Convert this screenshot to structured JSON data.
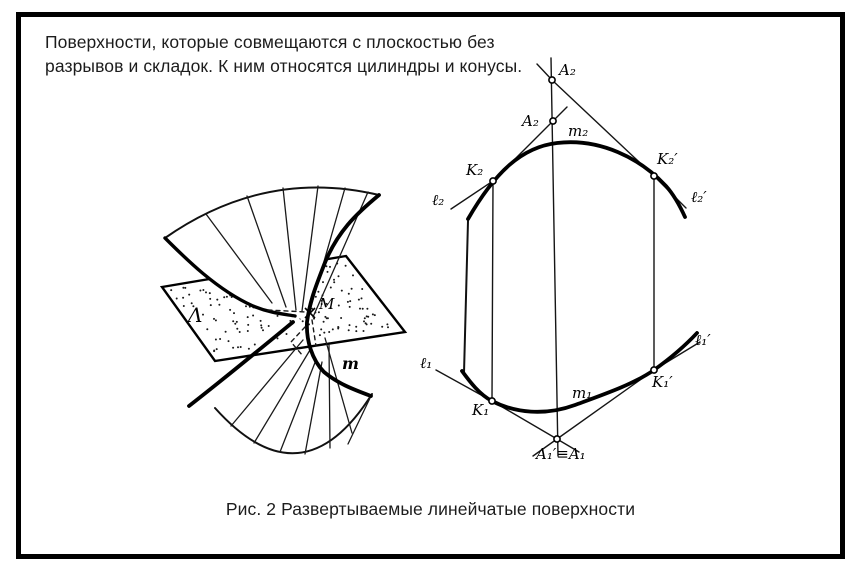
{
  "intro": {
    "lines": [
      "Поверхности, которые совмещаются с плоскостью без",
      "разрывов и складок. К ним относятся цилиндры и конусы."
    ]
  },
  "caption": "Рис. 2 Развертываемые линейчатые поверхности",
  "left_figure": {
    "labels": {
      "plane": "Λ",
      "point": "M",
      "curve": "m"
    }
  },
  "right_figure": {
    "labels": {
      "a2_top": "A₂",
      "a2_mid": "A₂",
      "m2": "m₂",
      "k2": "K₂",
      "k2p": "K₂′",
      "l2": "ℓ₂",
      "l2p": "ℓ₂′",
      "l1": "ℓ₁",
      "k1": "K₁",
      "m1": "m₁",
      "k1p": "K₁′",
      "l1p": "ℓ₁′",
      "a1": "A₁′≡A₁"
    }
  },
  "colors": {
    "ink": "#000000",
    "paper": "#ffffff"
  }
}
